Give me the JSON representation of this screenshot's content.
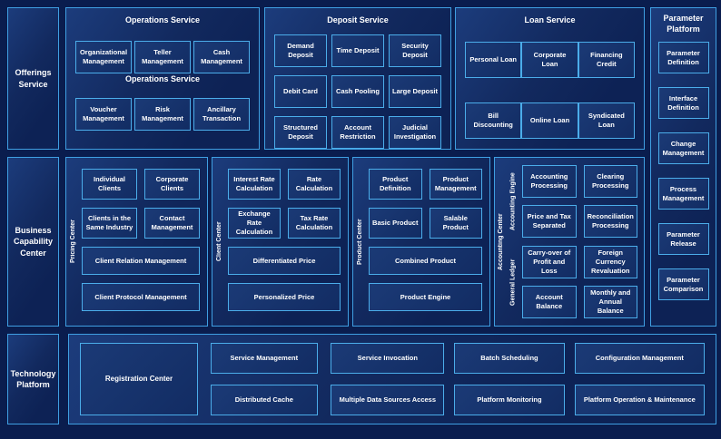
{
  "colors": {
    "background": "#0a1d4e",
    "section_fill": "#12295e",
    "box_fill": "#16316a",
    "border_accent": "#46a6e8",
    "text": "#ffffff"
  },
  "left_rail": {
    "items": [
      {
        "label": "Offerings Service"
      },
      {
        "label": "Business Capability Center"
      },
      {
        "label": "Technology Platform"
      }
    ]
  },
  "operations_service": {
    "title": "Operations Service",
    "repeated_caption": "Operations Service",
    "boxes": [
      "Organizational Management",
      "Teller Management",
      "Cash Management",
      "Voucher Management",
      "Risk Management",
      "Ancillary Transaction"
    ]
  },
  "deposit_service": {
    "title": "Deposit Service",
    "boxes": [
      "Demand Deposit",
      "Time Deposit",
      "Security Deposit",
      "Debit Card",
      "Cash Pooling",
      "Large Deposit",
      "Structured Deposit",
      "Account Restriction",
      "Judicial Investigation"
    ]
  },
  "loan_service": {
    "title": "Loan Service",
    "boxes": [
      "Personal Loan",
      "Corporate Loan",
      "Financing Credit",
      "Bill Discounting",
      "Online Loan",
      "Syndicated Loan"
    ]
  },
  "parameter_platform": {
    "title_line1": "Parameter",
    "title_line2": "Platform",
    "boxes": [
      "Parameter Definition",
      "Interface Definition",
      "Change Management",
      "Process Management",
      "Parameter Release",
      "Parameter Comparison"
    ]
  },
  "pricing_center": {
    "label": "Pricing Center",
    "small_boxes": [
      "Individual Clients",
      "Corporate Clients",
      "Clients in the Same Industry",
      "Contact Management"
    ],
    "wide_boxes": [
      "Client Relation Management",
      "Client Protocol Management"
    ]
  },
  "client_center": {
    "label": "Client Center",
    "small_boxes": [
      "Interest Rate Calculation",
      "Rate Calculation",
      "Exchange Rate Calculation",
      "Tax Rate Calculation"
    ],
    "wide_boxes": [
      "Differentiated Price",
      "Personalized Price"
    ]
  },
  "product_center": {
    "label": "Product Center",
    "small_boxes": [
      "Product Definition",
      "Product Management",
      "Basic Product",
      "Salable Product"
    ],
    "wide_boxes": [
      "Combined Product",
      "Product Engine"
    ]
  },
  "accounting_center": {
    "label": "Accounting Center",
    "accounting_engine": {
      "label": "Accounting Engine",
      "boxes": [
        "Accounting Processing",
        "Clearing Processing",
        "Price and Tax Separated",
        "Reconciliation Processing"
      ]
    },
    "general_ledger": {
      "label": "General Ledger",
      "boxes": [
        "Carry-over of Profit and Loss",
        "Foreign Currency Revaluation",
        "Account Balance",
        "Monthly and Annual Balance"
      ]
    }
  },
  "technology_platform": {
    "registration_center": "Registration Center",
    "row1": [
      "Service Management",
      "Service Invocation",
      "Batch Scheduling",
      "Configuration Management"
    ],
    "row2": [
      "Distributed Cache",
      "Multiple Data Sources Access",
      "Platform Monitoring",
      "Platform Operation & Maintenance"
    ]
  }
}
